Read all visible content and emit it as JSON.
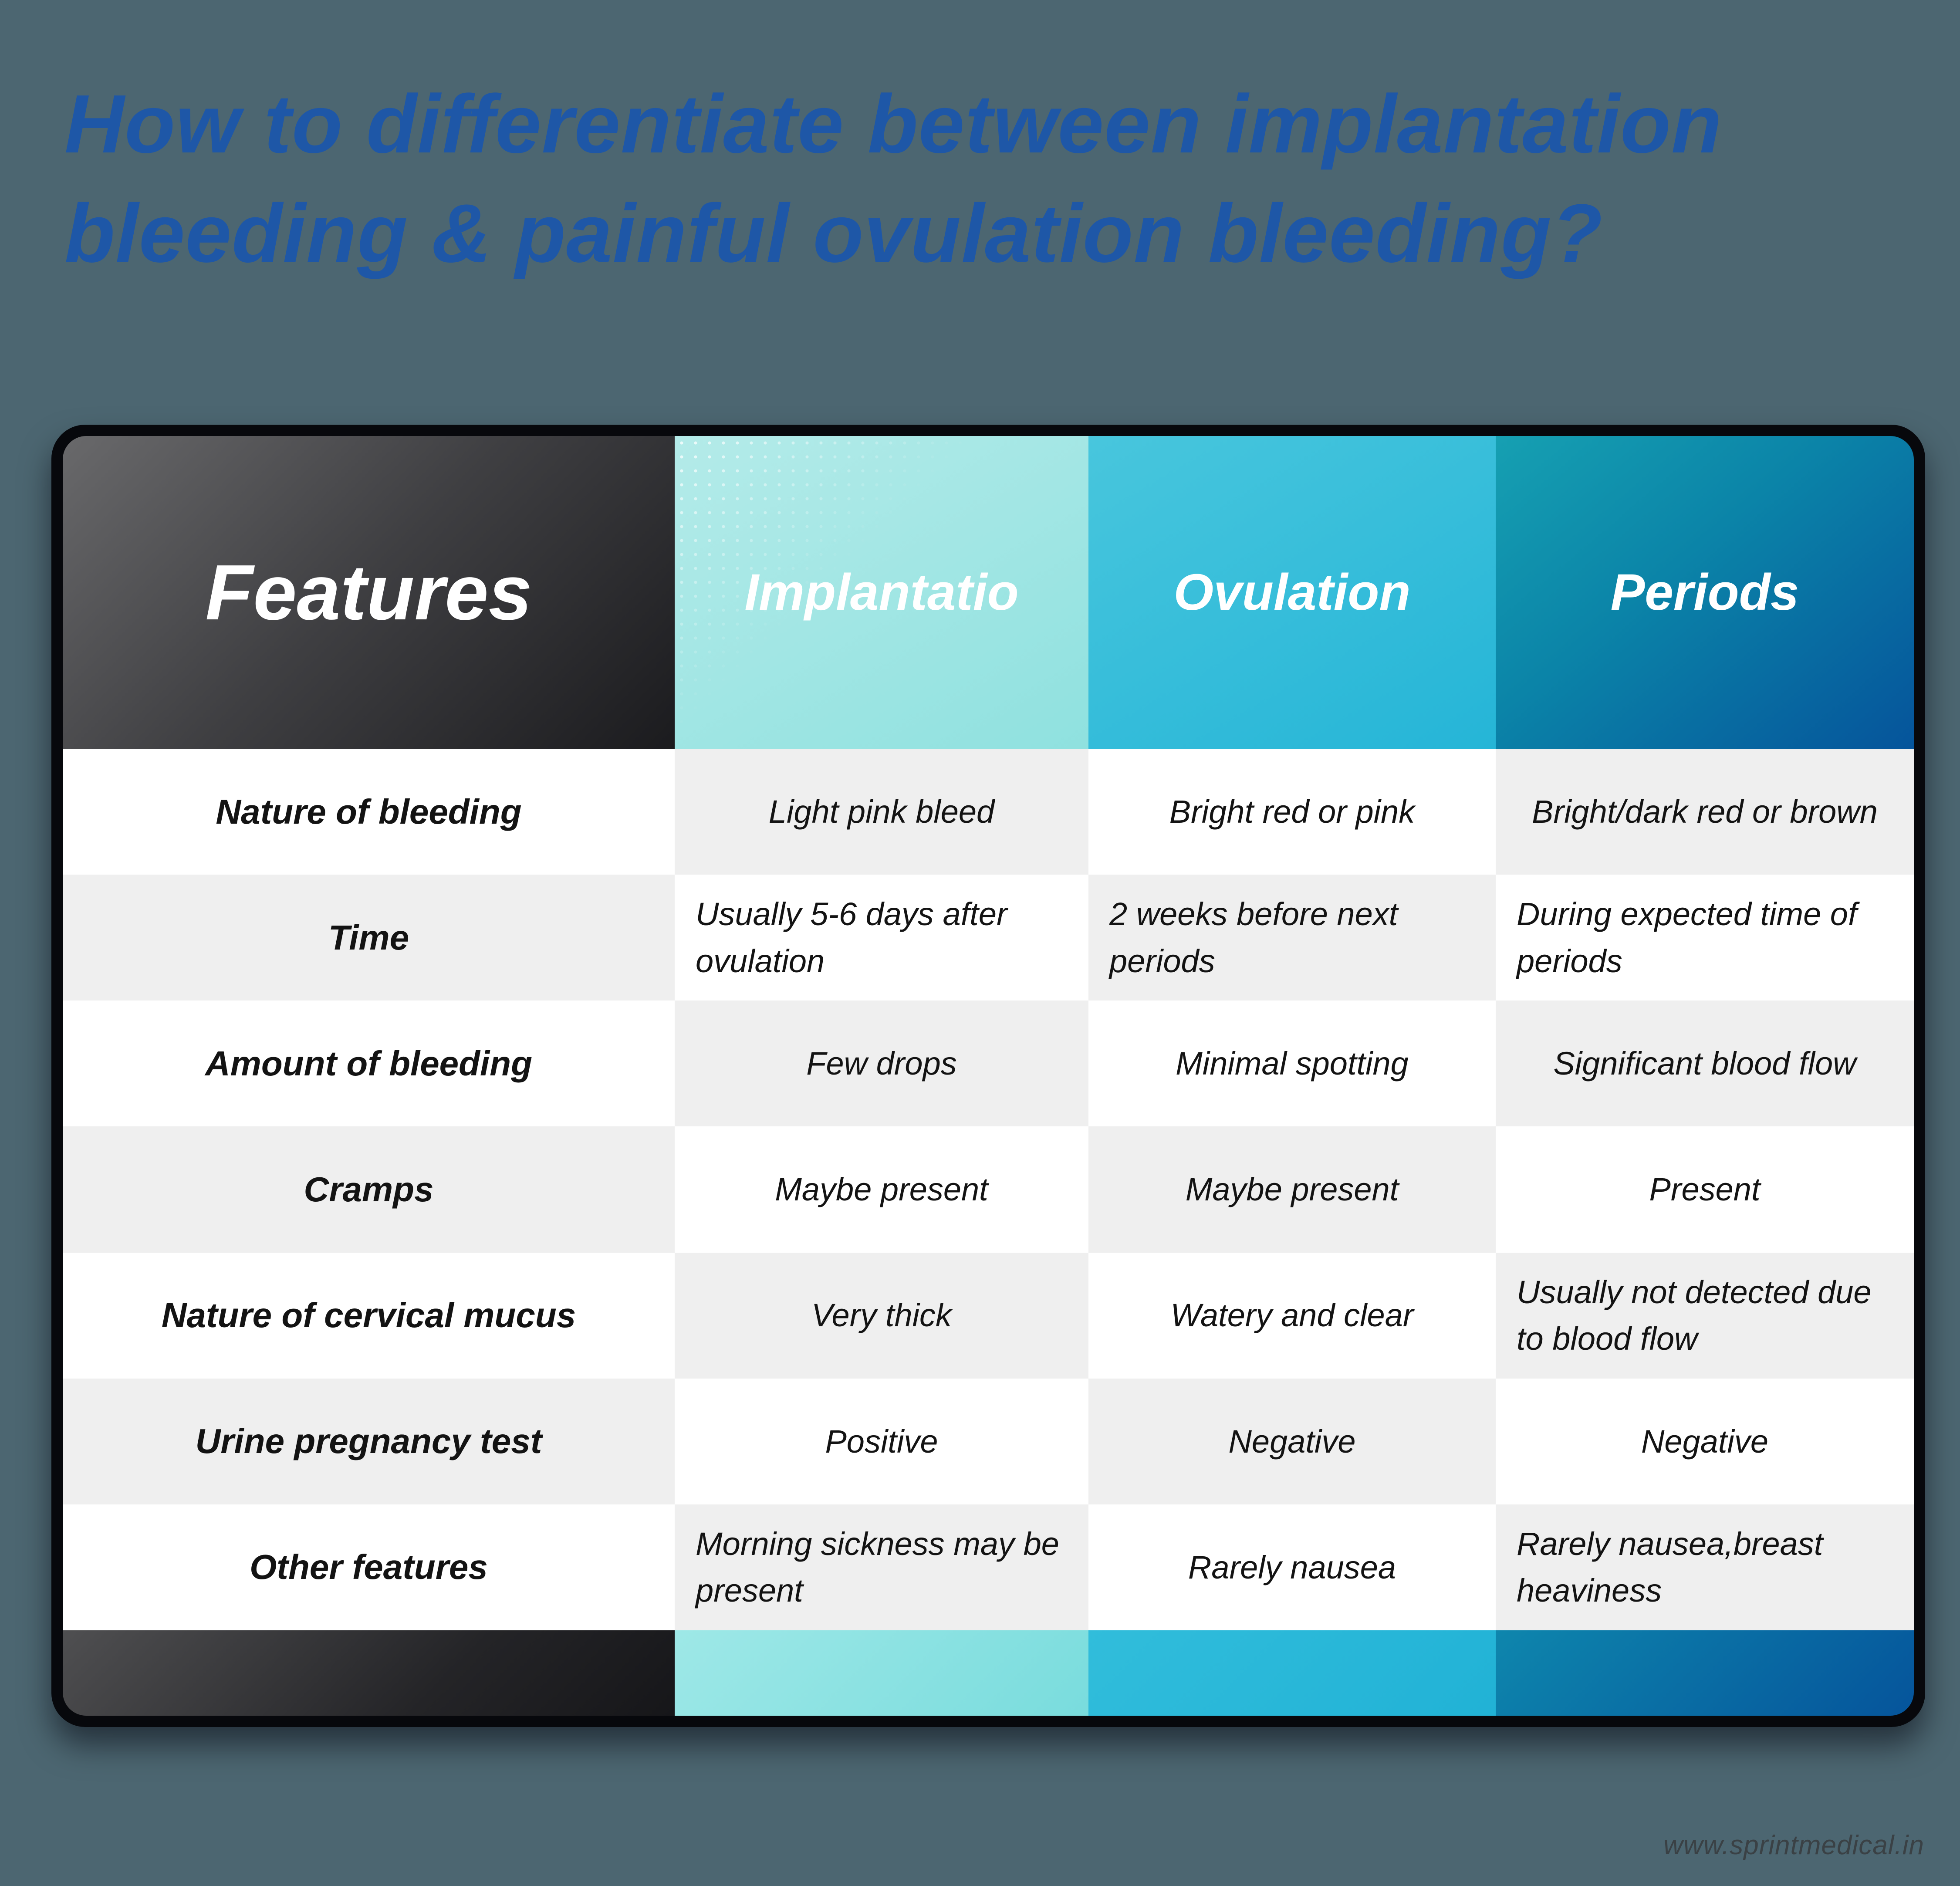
{
  "page": {
    "website": "www.sprintmedical.in"
  },
  "chart_data": {
    "type": "table",
    "title": "How to differentiate between implantation bleeding & painful ovulation bleeding?",
    "columns": [
      "Features",
      "Implantatio",
      "Ovulation",
      "Periods"
    ],
    "rows": [
      [
        "Nature of bleeding",
        "Light pink bleed",
        "Bright red or pink",
        "Bright/dark red or brown"
      ],
      [
        "Time",
        "Usually 5-6 days after ovulation",
        "2 weeks before next periods",
        "During expected time of periods"
      ],
      [
        "Amount of bleeding",
        "Few drops",
        "Minimal spotting",
        "Significant blood flow"
      ],
      [
        "Cramps",
        "Maybe present",
        "Maybe present",
        "Present"
      ],
      [
        "Nature of cervical mucus",
        "Very thick",
        "Watery and clear",
        "Usually not detected due to blood flow"
      ],
      [
        "Urine pregnancy test",
        "Positive",
        "Negative",
        "Negative"
      ],
      [
        "Other features",
        "Morning sickness may be present",
        "Rarely nausea",
        "Rarely nausea,breast heaviness"
      ]
    ],
    "layout": {
      "header_row": true,
      "body_pattern": "checkerboard",
      "bottom_color_band": true
    }
  },
  "colors": {
    "background": "#4c6671",
    "title_blue": "#1e57a7",
    "features_dark_1": "#69696b",
    "features_dark_2": "#1b1b1e",
    "implantation_teal_1": "#b4ebe9",
    "implantation_teal_2": "#8fe1df",
    "ovulation_cyan_1": "#48c6dd",
    "ovulation_cyan_2": "#25b5d7",
    "periods_blue_1": "#16a0b2",
    "periods_blue_2": "#05549b",
    "row_alt_gray": "#efefef",
    "cell_white": "#ffffff",
    "text_dark": "#131313",
    "header_text": "#ffffff",
    "website_text": "#3a4145"
  }
}
